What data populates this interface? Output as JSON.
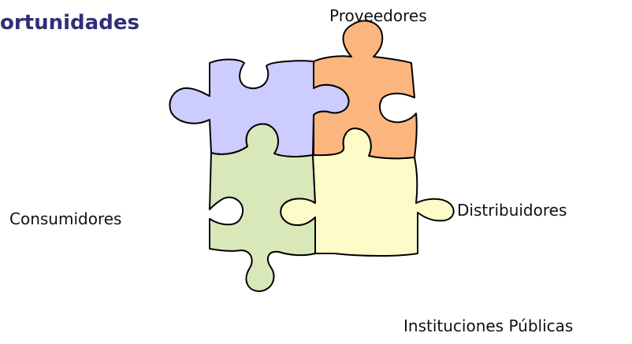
{
  "slide": {
    "title": "ortunidades"
  },
  "labels": {
    "proveedores": "Proveedores",
    "consumidores": "Consumidores",
    "distribuidores": "Distribuidores",
    "instituciones": "Instituciones Públicas"
  },
  "pieces": {
    "colors": {
      "top_left": "#ccccff",
      "top_right": "#fbb57e",
      "bottom_left": "#d9e8b8",
      "bottom_right": "#fdfcc8"
    }
  }
}
